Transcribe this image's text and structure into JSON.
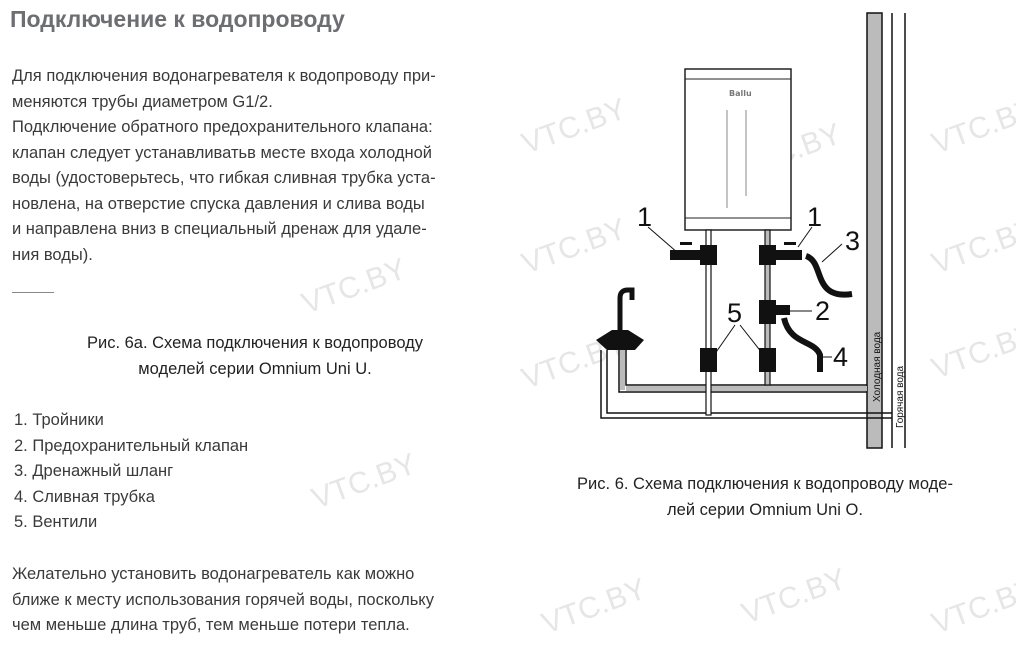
{
  "title": "Подключение к водопроводу",
  "intro": [
    "Для подключения водонагревателя к водопроводу при-",
    "меняются трубы диаметром G1/2.",
    "Подключение обратного предохранительного клапана:",
    "клапан следует устанавливатьв месте входа холодной",
    "воды (удостоверьтесь, что гибкая сливная трубка уста-",
    "новлена, на отверстие спуска давления и слива воды",
    "и направлена вниз в специальный дренаж для удале-",
    "ния воды)."
  ],
  "caption_6a": [
    "Рис. 6а. Схема подключения к водопроводу",
    "моделей серии Omnium Uni U."
  ],
  "legend": [
    "1. Тройники",
    "2. Предохранительный клапан",
    "3. Дренажный шланг",
    "4. Сливная трубка",
    "5. Вентили"
  ],
  "outro": [
    "Желательно установить водонагреватель как можно",
    "ближе к месту использования горячей воды, поскольку",
    "чем меньше длина труб, тем меньше потери тепла."
  ],
  "caption_6": [
    "Рис. 6. Схема подключения к водопроводу моде-",
    "лей серии Omnium Uni O."
  ],
  "diagram": {
    "brand": "Ballu",
    "cold_water": "Холодная вода",
    "hot_water": "Горячая вода",
    "labels": [
      "1",
      "1",
      "3",
      "2",
      "5",
      "4"
    ]
  },
  "watermark": "VTC.BY"
}
